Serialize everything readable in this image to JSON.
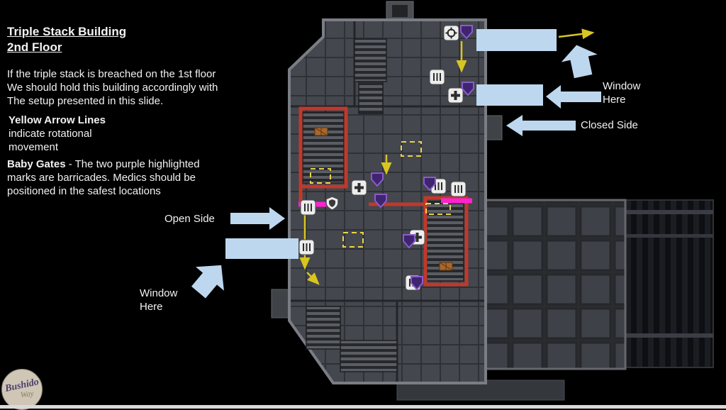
{
  "slide": {
    "title": {
      "line1": "Triple Stack Building",
      "line2": "2nd Floor"
    },
    "intro": "If the triple stack is breached on the 1st floor\nWe should hold this building accordingly with\nThe setup presented in this slide.",
    "yellow_arrows": {
      "heading": "Yellow Arrow Lines",
      "body": "indicate rotational\nmovement"
    },
    "baby_gates": {
      "heading": "Baby Gates",
      "body": " - The two purple highlighted marks are barricades. Medics should be positioned in the safest locations"
    }
  },
  "callouts": {
    "open_side": "Open Side",
    "closed_side": "Closed Side",
    "window_top": "Window\nHere",
    "window_bottom": "Window\nHere"
  },
  "logo": {
    "line1": "Bushido",
    "line2": "Way"
  },
  "map": {
    "icons": [
      "target-icon",
      "medic-cross-icon",
      "ladder-icon",
      "grate-icon",
      "shield-icon",
      "purple-marker",
      "crate-icon",
      "dashed-marker"
    ],
    "colors": {
      "callout_blue": "#bdd7ee",
      "yellow_arrow": "#d8c522",
      "red_wall": "#c0392b",
      "baby_gate_pink": "#ff22d0",
      "marker_purple": "#3f2470"
    }
  }
}
